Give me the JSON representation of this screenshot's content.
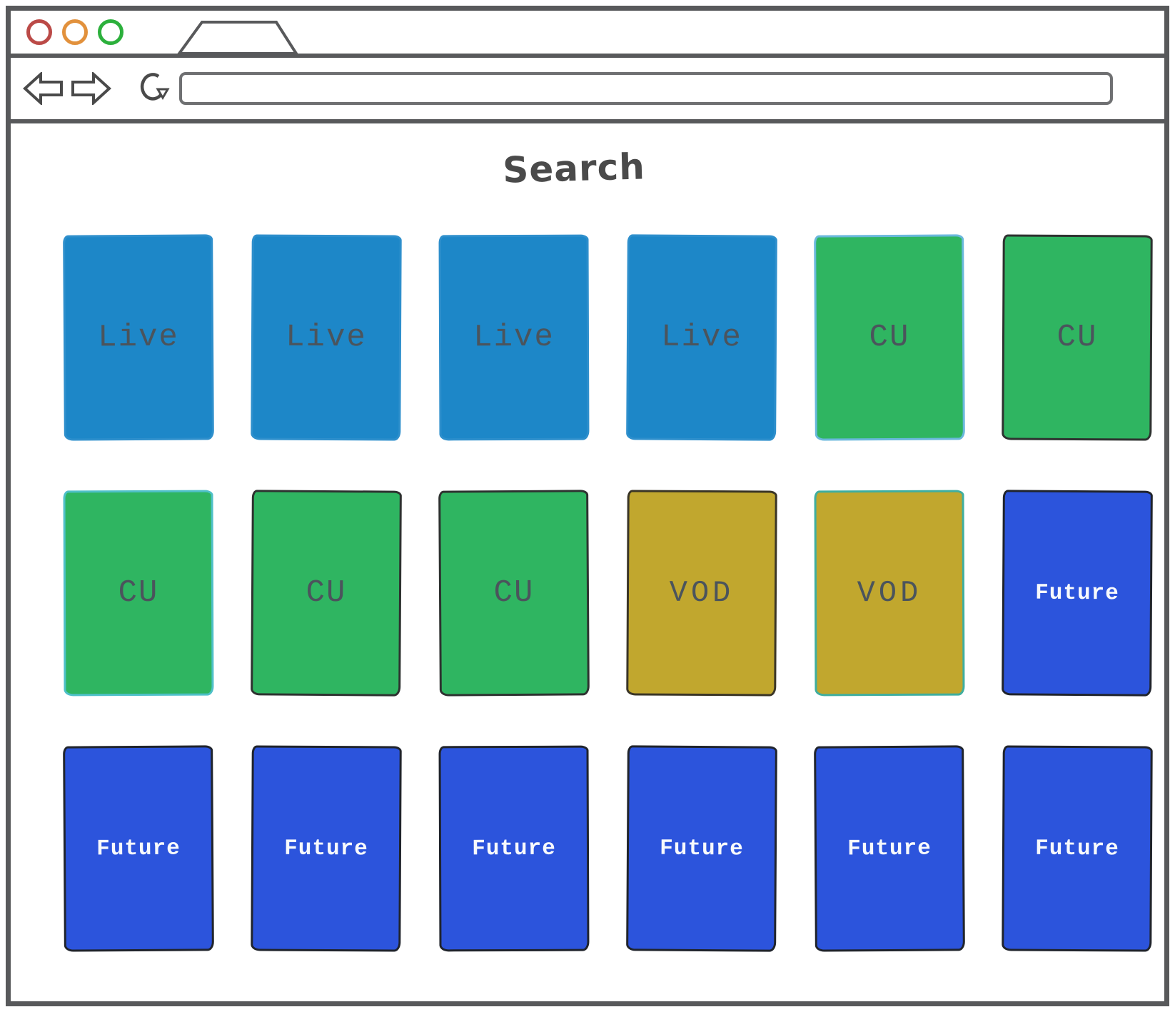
{
  "browser": {
    "traffic_lights": [
      {
        "name": "close",
        "ring_color": "#bb4a47"
      },
      {
        "name": "minimize",
        "ring_color": "#e2913c"
      },
      {
        "name": "maximize",
        "ring_color": "#2cb03c"
      }
    ],
    "url_bar": {
      "value": "",
      "placeholder": ""
    }
  },
  "content": {
    "title": "Search",
    "cards": [
      {
        "label": "Live",
        "type": "live",
        "border": "#2e8fcc"
      },
      {
        "label": "Live",
        "type": "live",
        "border": "#2e8fcc"
      },
      {
        "label": "Live",
        "type": "live",
        "border": "#2e8fcc"
      },
      {
        "label": "Live",
        "type": "live",
        "border": "#2e8fcc"
      },
      {
        "label": "CU",
        "type": "cu",
        "border": "#6ab8dc"
      },
      {
        "label": "CU",
        "type": "cu",
        "border": "#2e3230"
      },
      {
        "label": "CU",
        "type": "cu",
        "border": "#4fc0c8"
      },
      {
        "label": "CU",
        "type": "cu",
        "border": "#2e3230"
      },
      {
        "label": "CU",
        "type": "cu",
        "border": "#2e3230"
      },
      {
        "label": "VOD",
        "type": "vod",
        "border": "#3a3526"
      },
      {
        "label": "VOD",
        "type": "vod",
        "border": "#3fae9f"
      },
      {
        "label": "Future",
        "type": "future",
        "border": "#20242c"
      },
      {
        "label": "Future",
        "type": "future",
        "border": "#20242c"
      },
      {
        "label": "Future",
        "type": "future",
        "border": "#20242c"
      },
      {
        "label": "Future",
        "type": "future",
        "border": "#20242c"
      },
      {
        "label": "Future",
        "type": "future",
        "border": "#20242c"
      },
      {
        "label": "Future",
        "type": "future",
        "border": "#20242c"
      },
      {
        "label": "Future",
        "type": "future",
        "border": "#20242c"
      }
    ]
  },
  "colors": {
    "live": "#1d87c8",
    "cu": "#2fb561",
    "vod": "#c1a72e",
    "future": "#2c54dc",
    "label_dark": "#4b545c",
    "label_light": "#f8fafc",
    "chrome_gray": "#58595b"
  }
}
